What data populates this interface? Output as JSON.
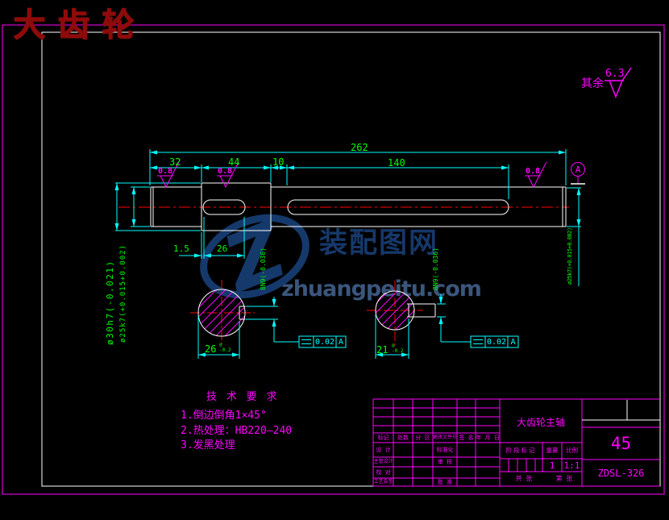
{
  "logo": {
    "title": "大齿轮"
  },
  "general_roughness": {
    "prefix": "其余",
    "value": "6.3"
  },
  "dims": {
    "total": "262",
    "seg1": "32",
    "seg2": "44",
    "seg3": "10",
    "seg4": "140",
    "kw1_offset": "1.5",
    "kw1_len": "26",
    "dia_outer_left": "ø30h7(-0.021)",
    "dia_inner_left": "ø25k7(+0.015+0.002)",
    "dia_right": "ø25k7(+0.015+0.002)",
    "kw_width_1": "8N9(-0.036)",
    "kw_width_2": "8N9(-0.036)",
    "sec1_width": "26",
    "sec1_tol_top": "0",
    "sec1_tol_bot": "-0.2",
    "sec2_width": "21",
    "sec2_tol_top": "0",
    "sec2_tol_bot": "-0.2",
    "rough1": "0.8",
    "rough2": "0.8",
    "rough3": "0.8"
  },
  "geo_tol": {
    "value": "0.02",
    "datum": "A"
  },
  "datum": {
    "label": "A"
  },
  "tech": {
    "title": "技 术 要 求",
    "line1": "1.倒边倒角1×45°",
    "line2": "2.热处理：HB220—240",
    "line3": "3.发黑处理"
  },
  "title_block": {
    "header": [
      "标记",
      "处数",
      "分 区",
      "更改文件号",
      "签 名",
      "年 月 日"
    ],
    "row1_left": "设 计",
    "row1_mid": "标准化",
    "row2_left": "主管设计",
    "row2_mid": "审 核",
    "row3_left": "校 对",
    "row4_left": "工艺会签",
    "row4_mid": "批 准",
    "part_name": "大齿轮主轴",
    "stage_label": "阶段标记",
    "weight_label": "重量",
    "scale_label": "比例",
    "weight_value": "1",
    "scale_value": "1:1",
    "sheet_total": "共 张",
    "sheet_index": "第 张",
    "material": "45",
    "drawing_no": "ZDSL-326"
  },
  "watermark": {
    "name": "装配图网",
    "site": "zhuangpeitu.com"
  }
}
